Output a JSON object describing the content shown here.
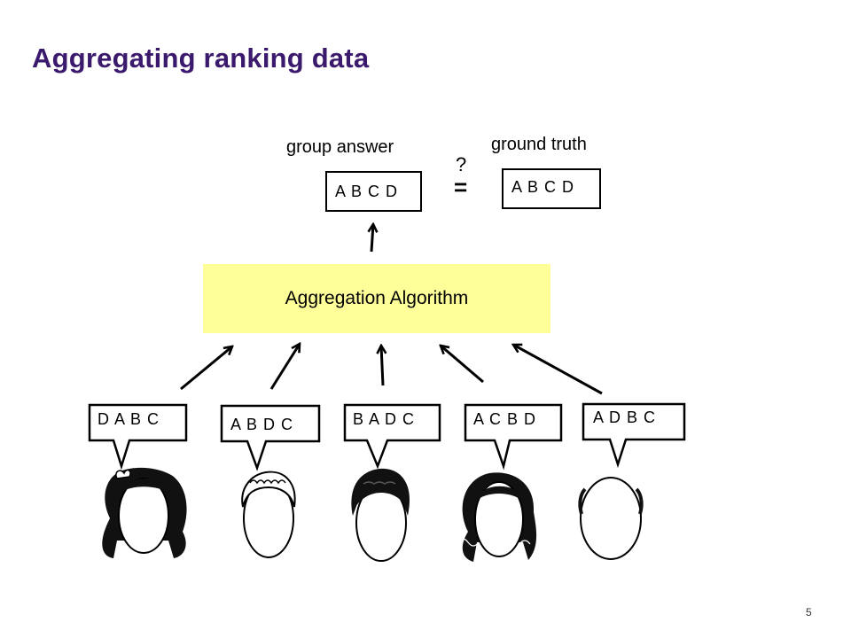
{
  "slide": {
    "title": "Aggregating ranking data",
    "page_number": "5"
  },
  "output": {
    "group_answer_label": "group answer",
    "group_answer_ranking": "A B C D",
    "ground_truth_label": "ground truth",
    "ground_truth_ranking": "A B C D",
    "question_mark": "?",
    "equals_sign": "="
  },
  "algorithm": {
    "label": "Aggregation Algorithm",
    "fill_color": "#ffff99"
  },
  "voters": [
    {
      "ranking": "D A B C",
      "face": "woman-dark-hair-bow-face-icon"
    },
    {
      "ranking": "A B D C",
      "face": "man-light-hair-face-icon"
    },
    {
      "ranking": "B A D C",
      "face": "man-dark-hair-face-icon"
    },
    {
      "ranking": "A C B D",
      "face": "woman-dark-curly-hair-face-icon"
    },
    {
      "ranking": "A D B C",
      "face": "bald-man-face-icon"
    }
  ],
  "colors": {
    "title": "#3b1a6e",
    "hair": "#111111"
  }
}
